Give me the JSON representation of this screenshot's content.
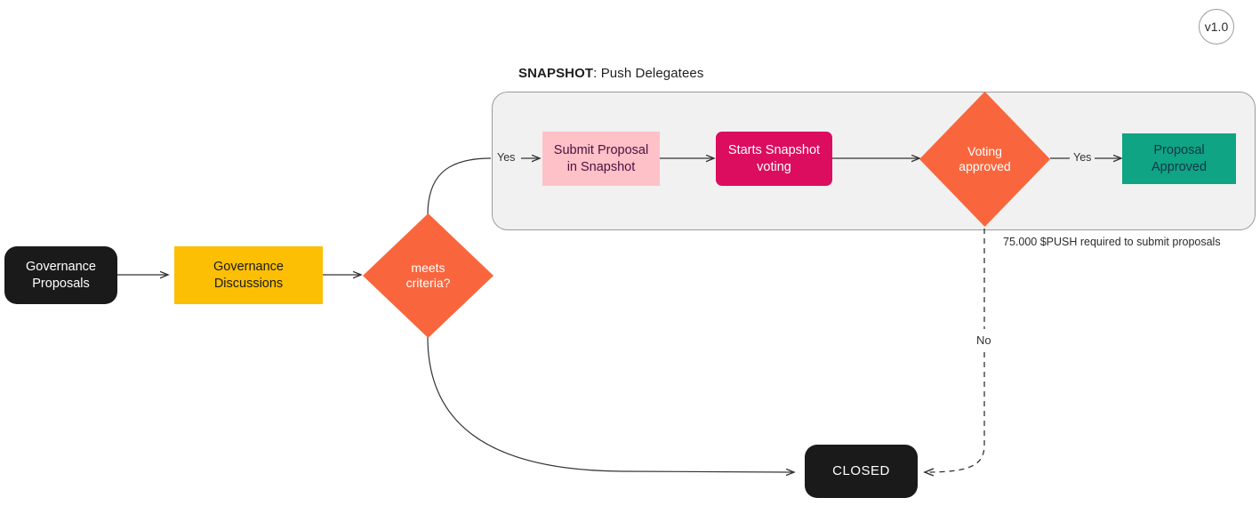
{
  "diagram": {
    "title_badge": "v1.0",
    "group": {
      "label_bold": "SNAPSHOT",
      "label_rest": ": Push Delegatees"
    },
    "note": "75.000 $PUSH required to submit proposals",
    "colors": {
      "dark": "#1a1a1a",
      "yellow": "#FCBF04",
      "orange": "#F9663D",
      "pink_light": "#FFC1C8",
      "magenta": "#DC0C5E",
      "teal": "#0FA484",
      "group_fill": "#F1F1F1",
      "group_stroke": "#9B9B9B",
      "edge": "#333333"
    },
    "nodes": [
      {
        "id": "governance-proposals",
        "label": "Governance\nProposals",
        "shape": "rounded-rect",
        "fill": "#1a1a1a",
        "text_color": "#ffffff"
      },
      {
        "id": "governance-discussions",
        "label": "Governance\nDiscussions",
        "shape": "rect",
        "fill": "#FCBF04",
        "text_color": "#1a1a1a"
      },
      {
        "id": "meets-criteria",
        "label": "meets\ncriteria?",
        "shape": "diamond",
        "fill": "#F9663D",
        "text_color": "#ffffff"
      },
      {
        "id": "submit-proposal",
        "label": "Submit Proposal\nin Snapshot",
        "shape": "rect",
        "fill": "#FFC1C8",
        "text_color": "#4B1040"
      },
      {
        "id": "starts-snapshot-voting",
        "label": "Starts Snapshot\nvoting",
        "shape": "rounded-rect",
        "fill": "#DC0C5E",
        "text_color": "#ffffff"
      },
      {
        "id": "voting-approved",
        "label": "Voting\napproved",
        "shape": "diamond",
        "fill": "#F9663D",
        "text_color": "#ffffff"
      },
      {
        "id": "proposal-approved",
        "label": "Proposal\nApproved",
        "shape": "rect",
        "fill": "#0FA484",
        "text_color": "#10364A"
      },
      {
        "id": "closed",
        "label": "CLOSED",
        "shape": "rounded-rect",
        "fill": "#1a1a1a",
        "text_color": "#ffffff"
      }
    ],
    "edge_labels": {
      "yes_criteria": "Yes",
      "yes_voting": "Yes",
      "no_voting": "No"
    }
  }
}
